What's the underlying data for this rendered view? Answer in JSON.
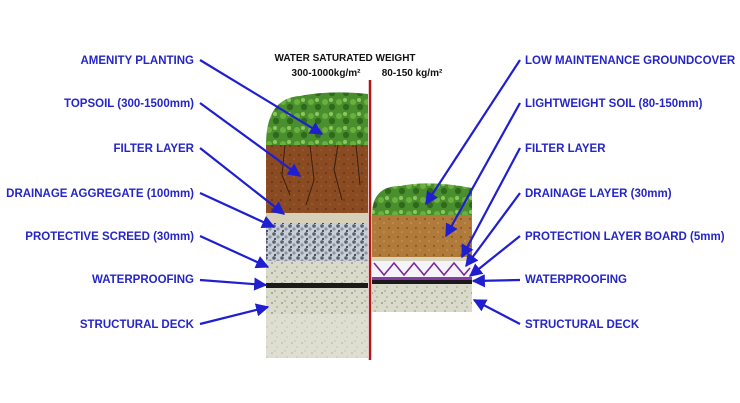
{
  "header": {
    "title": "WATER SATURATED WEIGHT",
    "left_value": "300-1000kg/m²",
    "right_value": "80-150 kg/m²"
  },
  "left_labels": [
    "AMENITY PLANTING",
    "TOPSOIL (300-1500mm)",
    "FILTER LAYER",
    "DRAINAGE AGGREGATE (100mm)",
    "PROTECTIVE SCREED (30mm)",
    "WATERPROOFING",
    "STRUCTURAL DECK"
  ],
  "right_labels": [
    "LOW MAINTENANCE GROUNDCOVER",
    "LIGHTWEIGHT SOIL (80-150mm)",
    "FILTER LAYER",
    "DRAINAGE LAYER (30mm)",
    "PROTECTION LAYER BOARD (5mm)",
    "WATERPROOFING",
    "STRUCTURAL DECK"
  ],
  "colors": {
    "label": "#2626c8",
    "arrow": "#1f1fd0",
    "divider": "#b01818",
    "vegetation": "#3f8a2a",
    "topsoil": "#8a4a22",
    "lightweight_soil": "#b07a3a",
    "aggregate": "#9aa4b0",
    "screed": "#d8d8c8",
    "deck": "#dcdccc",
    "drainage_board": "#7a2a9a"
  }
}
